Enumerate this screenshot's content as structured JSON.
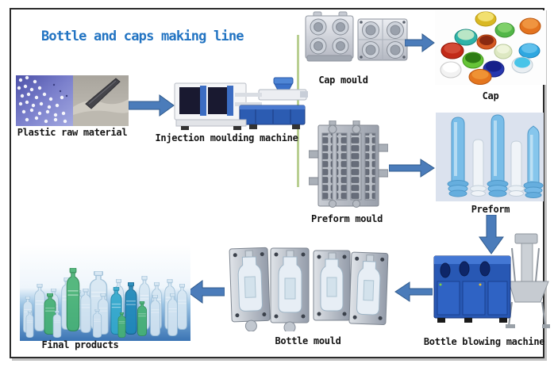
{
  "diagram": {
    "title": "Bottle and caps making line",
    "title_color": "#2173c2",
    "arrow_color": "#4b7cba",
    "arrow_border": "#2f5a8c",
    "stages": [
      {
        "id": "plastic-raw-material",
        "label": "Plastic raw material"
      },
      {
        "id": "injection-moulding-machine",
        "label": "Injection moulding machine"
      },
      {
        "id": "cap-mould",
        "label": "Cap mould"
      },
      {
        "id": "cap",
        "label": "Cap"
      },
      {
        "id": "preform-mould",
        "label": "Preform mould"
      },
      {
        "id": "preform",
        "label": "Preform"
      },
      {
        "id": "bottle-blowing-machine",
        "label": "Bottle blowing machine"
      },
      {
        "id": "bottle-mould",
        "label": "Bottle mould"
      },
      {
        "id": "final-products",
        "label": "Final products"
      }
    ],
    "connections": [
      {
        "from": "plastic-raw-material",
        "to": "injection-moulding-machine",
        "direction": "right"
      },
      {
        "from": "cap-mould",
        "to": "cap",
        "direction": "right"
      },
      {
        "from": "preform-mould",
        "to": "preform",
        "direction": "right"
      },
      {
        "from": "preform",
        "to": "bottle-blowing-machine",
        "direction": "down"
      },
      {
        "from": "bottle-blowing-machine",
        "to": "bottle-mould",
        "direction": "left"
      },
      {
        "from": "bottle-mould",
        "to": "final-products",
        "direction": "left"
      }
    ]
  }
}
